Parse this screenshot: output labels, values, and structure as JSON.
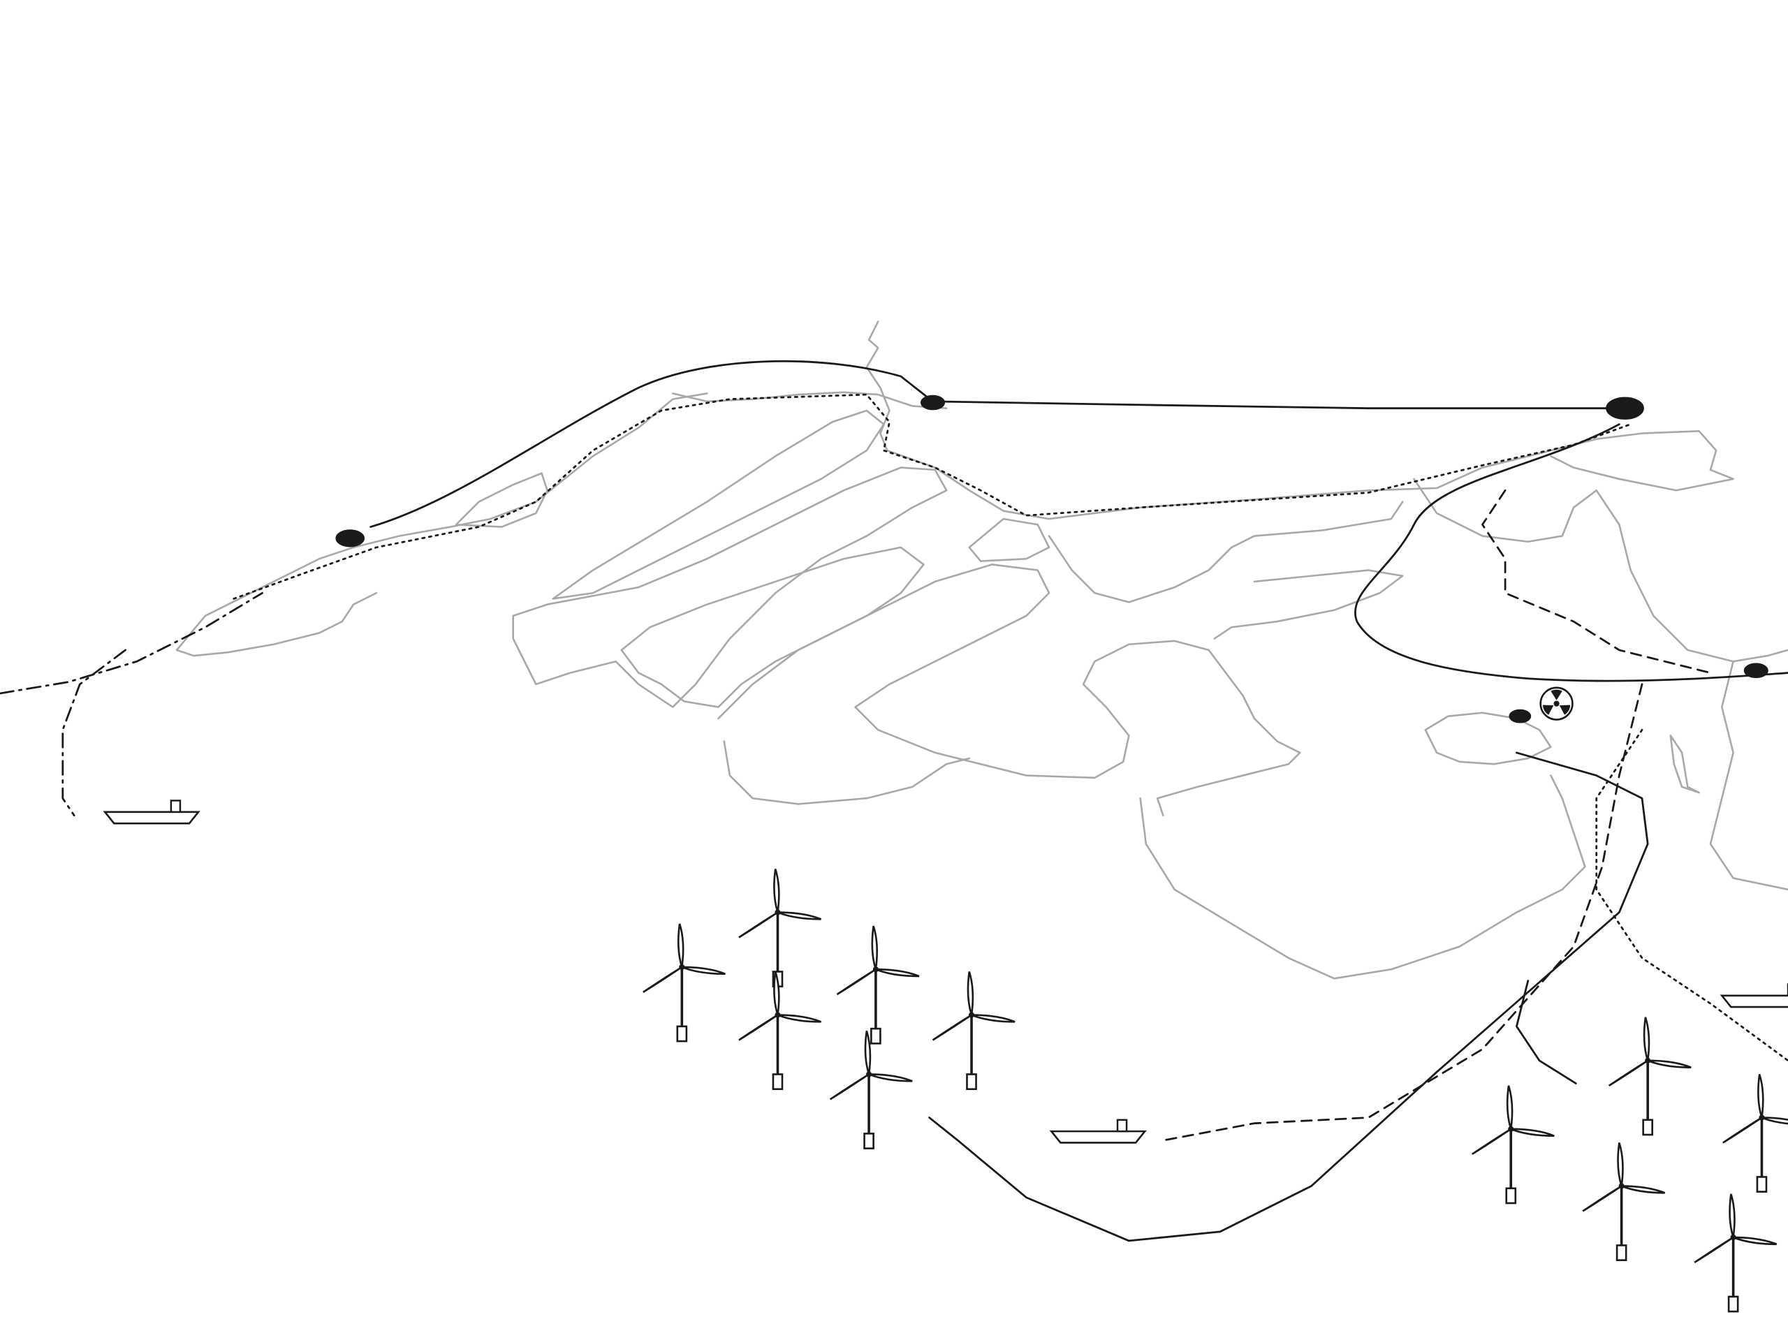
{
  "colors": {
    "background": "#ffffff",
    "coastline": "#a8a8a8",
    "ink": "#1a1a1a"
  },
  "features": {
    "wind_turbine_count": 11,
    "ship_count": 3,
    "port_markers": 5,
    "nuclear_plant_icon": "radiation-icon"
  }
}
